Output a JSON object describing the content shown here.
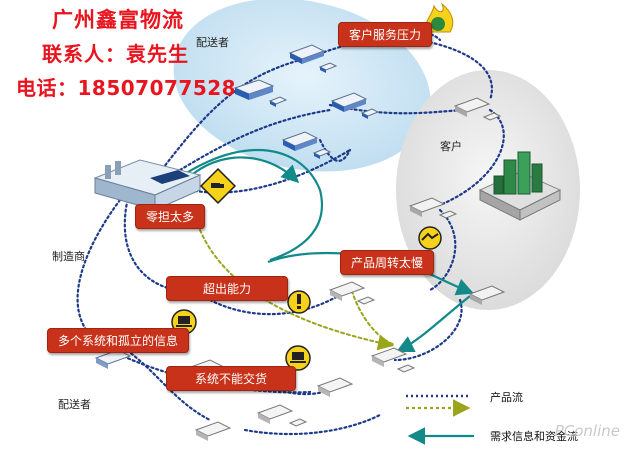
{
  "header": {
    "company": "广州鑫富物流",
    "contact": "联系人：袁先生",
    "phone": "电话：18507077528"
  },
  "regions": {
    "distributor_top": "配送者",
    "customer": "客户",
    "manufacturer": "制造商",
    "distributor_bottom": "配送者"
  },
  "pain_points": {
    "customer_service": "客户服务压力",
    "too_many_zero": "零担太多",
    "overcapacity": "超出能力",
    "slow_turnover": "产品周转太慢",
    "isolated_info": "多个系统和孤立的信息",
    "system_incompat": "系统不能交货"
  },
  "legend": {
    "product_flow": "产品流",
    "demand_flow": "需求信息和资金流"
  },
  "watermark": "PConline",
  "colors": {
    "pain_box": "#c8321a",
    "product_flow_dots": "#1e3a8a",
    "demand_flow_dots": "#9aa51c",
    "demand_arrow": "#138a8a",
    "header_text": "#e8141e"
  },
  "icons": [
    "truck-warning-icon",
    "exclamation-warning-icon",
    "laptop-icon",
    "dollar-fire-icon",
    "handshake-icon",
    "factory-icon"
  ]
}
